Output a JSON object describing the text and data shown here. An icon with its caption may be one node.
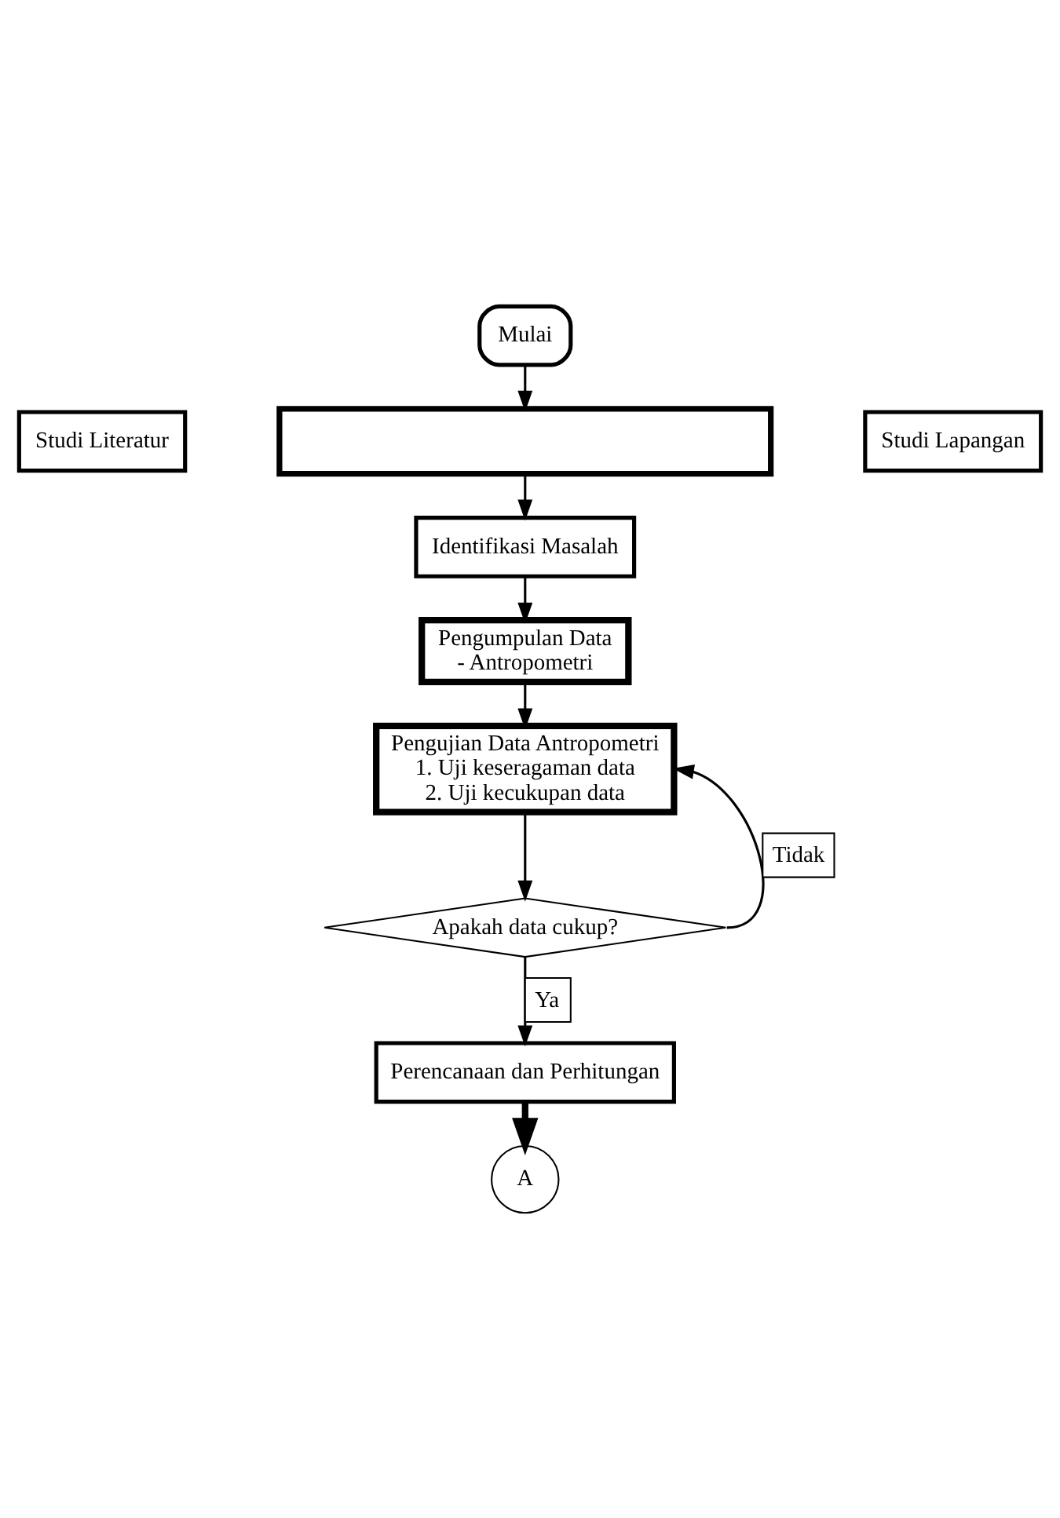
{
  "diagram": {
    "nodes": [
      {
        "text": [
          "Mulai"
        ]
      },
      {
        "text": [],
        "shape": "box"
      },
      {
        "text": [
          "Studi Literatur"
        ]
      },
      {
        "text": [
          "Studi Lapangan"
        ]
      },
      {
        "text": [
          "Identifikasi Masalah"
        ]
      },
      {
        "text": [
          "Pengumpulan Data",
          "- Antropometri"
        ]
      },
      {
        "text": [
          "Pengujian Data Antropometri",
          "1. Uji keseragaman data",
          "2. Uji kecukupan data"
        ]
      },
      {
        "text": [
          "Apakah data cukup?"
        ]
      },
      {
        "text": [
          "Perencanaan dan Perhitungan"
        ]
      },
      {
        "text": [
          "A"
        ]
      }
    ],
    "edges": [
      {
        "from": 0,
        "to": 1,
        "arrow": "to"
      },
      {
        "from": 1,
        "to": 4,
        "arrow": "to"
      },
      {
        "from": 4,
        "to": 5,
        "arrow": "to"
      },
      {
        "from": 5,
        "to": 6,
        "arrow": "to"
      },
      {
        "from": 6,
        "to": 7,
        "arrow": "to"
      },
      {
        "from": 7,
        "to": 6,
        "arrow": "to",
        "label": "Tidak"
      },
      {
        "from": 7,
        "to": 8,
        "arrow": "to",
        "label": "Ya"
      },
      {
        "from": 8,
        "to": 9,
        "arrow": "to",
        "style": "thick"
      }
    ]
  }
}
